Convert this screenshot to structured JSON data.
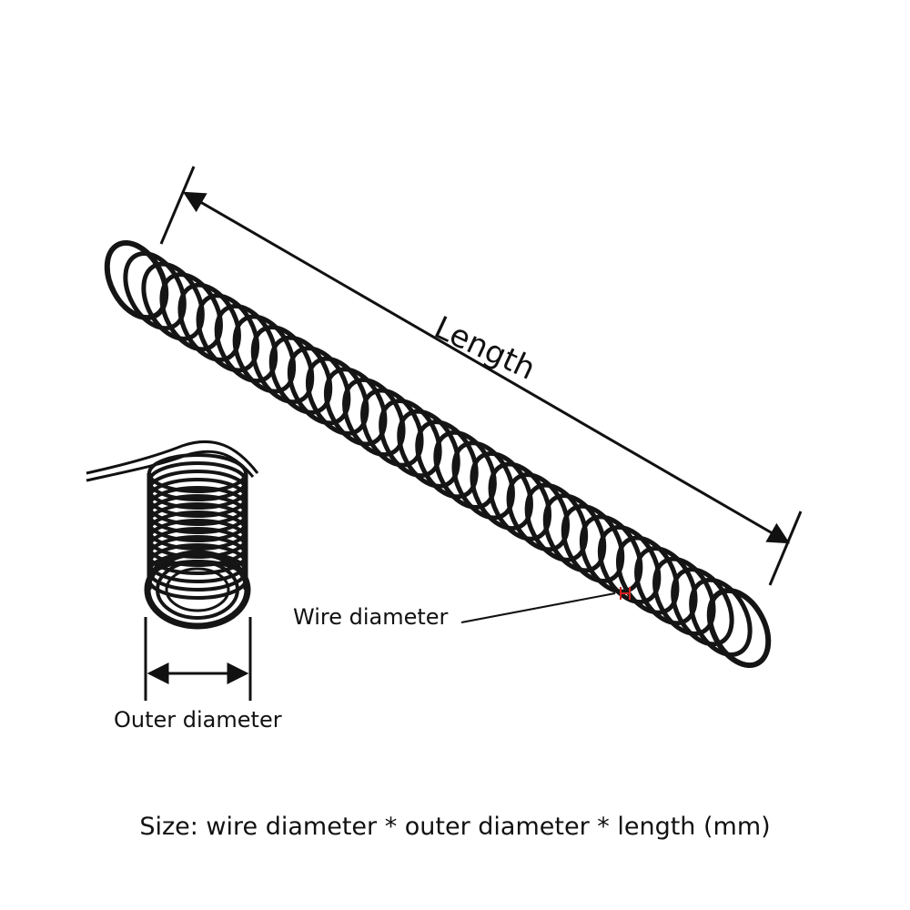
{
  "labels": {
    "length": "Length",
    "wire_diameter": "Wire diameter",
    "outer_diameter": "Outer diameter"
  },
  "caption": "Size: wire diameter * outer diameter * length (mm)",
  "colors": {
    "spring": "#151515",
    "dimension_line": "#111111",
    "wire_marker": "#d42020",
    "background": "#ffffff"
  }
}
